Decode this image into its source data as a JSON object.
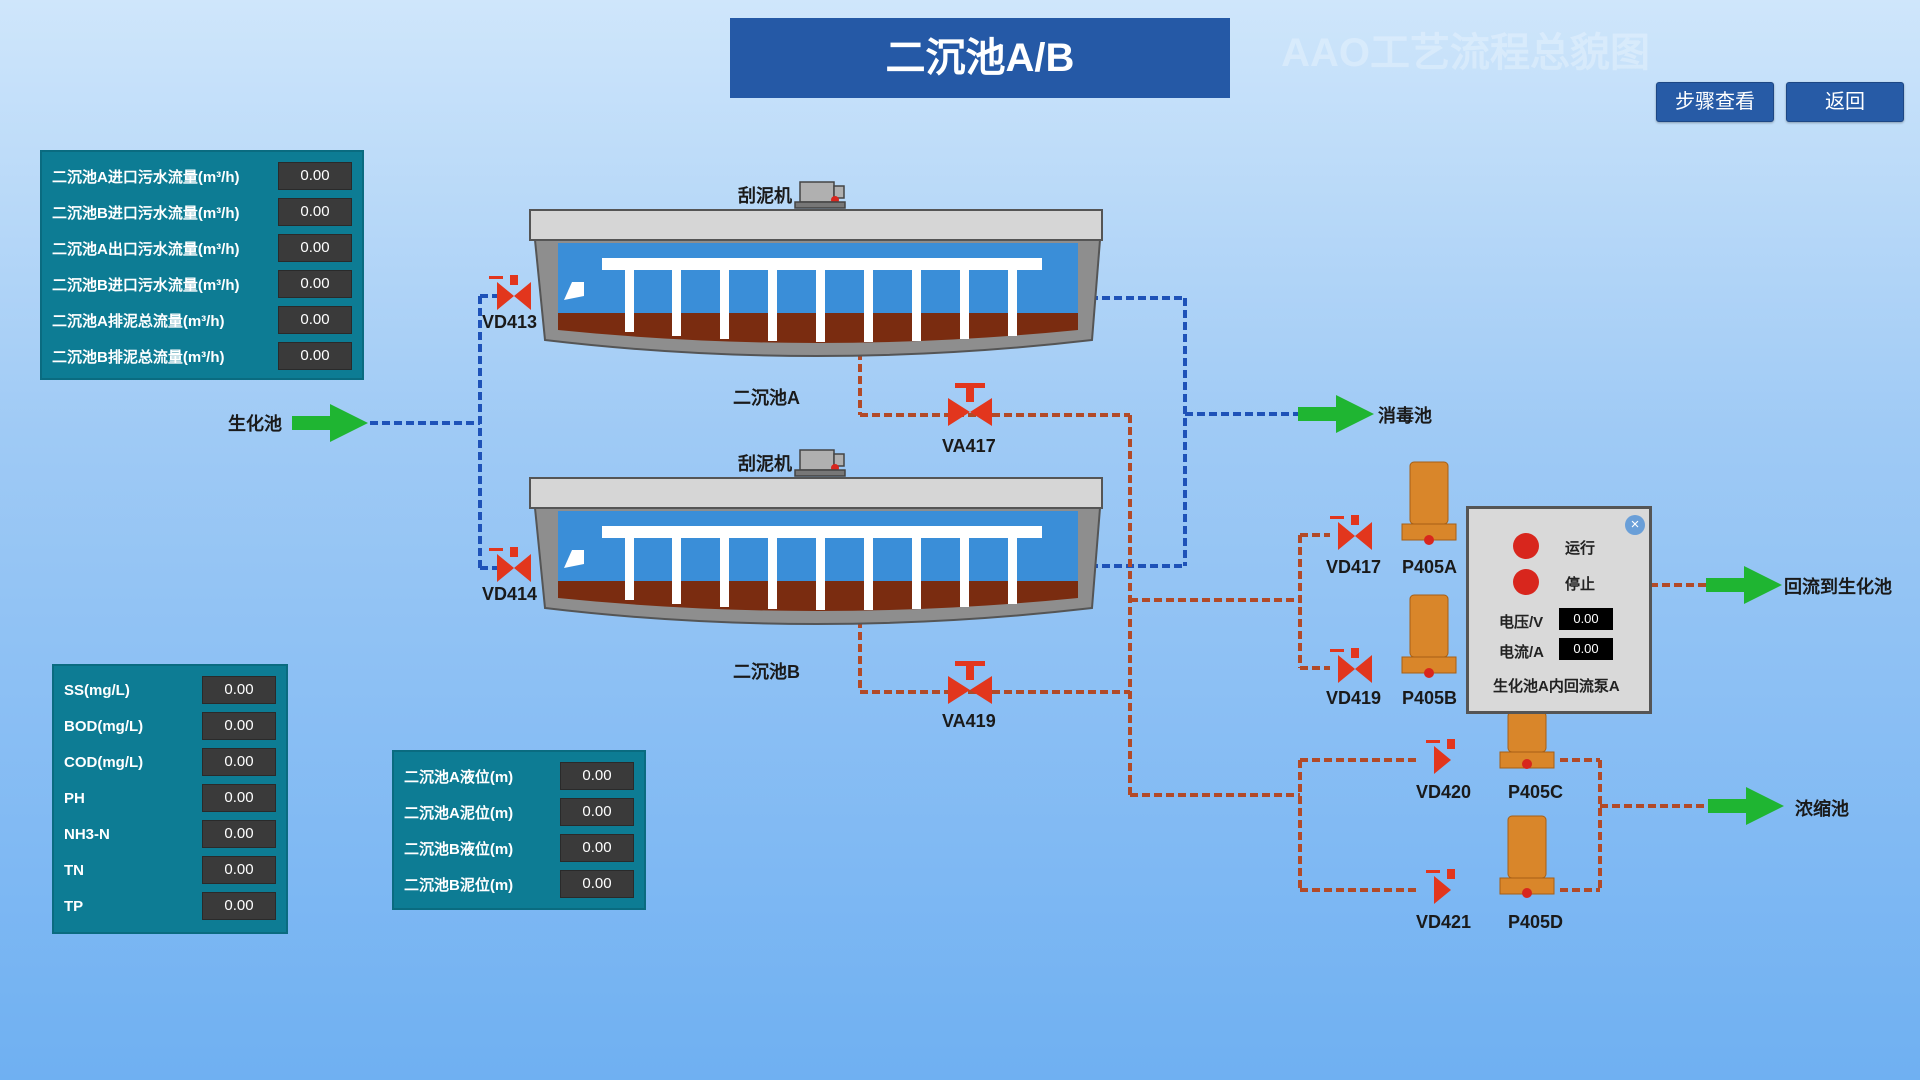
{
  "header": {
    "title": "二沉池A/B",
    "watermark": "AAO工艺流程总貌图"
  },
  "buttons": {
    "steps": "步骤查看",
    "back": "返回"
  },
  "flow_panel": [
    {
      "label": "二沉池A进口污水流量(m³/h)",
      "value": "0.00"
    },
    {
      "label": "二沉池B进口污水流量(m³/h)",
      "value": "0.00"
    },
    {
      "label": "二沉池A出口污水流量(m³/h)",
      "value": "0.00"
    },
    {
      "label": "二沉池B进口污水流量(m³/h)",
      "value": "0.00"
    },
    {
      "label": "二沉池A排泥总流量(m³/h)",
      "value": "0.00"
    },
    {
      "label": "二沉池B排泥总流量(m³/h)",
      "value": "0.00"
    }
  ],
  "quality_panel": [
    {
      "label": "SS(mg/L)",
      "value": "0.00"
    },
    {
      "label": "BOD(mg/L)",
      "value": "0.00"
    },
    {
      "label": "COD(mg/L)",
      "value": "0.00"
    },
    {
      "label": "PH",
      "value": "0.00"
    },
    {
      "label": "NH3-N",
      "value": "0.00"
    },
    {
      "label": "TN",
      "value": "0.00"
    },
    {
      "label": "TP",
      "value": "0.00"
    }
  ],
  "level_panel": [
    {
      "label": "二沉池A液位(m)",
      "value": "0.00"
    },
    {
      "label": "二沉池A泥位(m)",
      "value": "0.00"
    },
    {
      "label": "二沉池B液位(m)",
      "value": "0.00"
    },
    {
      "label": "二沉池B泥位(m)",
      "value": "0.00"
    }
  ],
  "labels": {
    "inlet": "生化池",
    "disinfect": "消毒池",
    "return_bio": "回流到生化池",
    "thicken": "浓缩池",
    "scraper_a": "刮泥机",
    "scraper_b": "刮泥机",
    "tank_a": "二沉池A",
    "tank_b": "二沉池B",
    "vd413": "VD413",
    "vd414": "VD414",
    "va417": "VA417",
    "va419": "VA419",
    "vd417": "VD417",
    "vd419": "VD419",
    "vd420": "VD420",
    "vd421": "VD421",
    "p405a": "P405A",
    "p405b": "P405B",
    "p405c": "P405C",
    "p405d": "P405D"
  },
  "pump_popup": {
    "run": "运行",
    "stop": "停止",
    "voltage_label": "电压/V",
    "voltage": "0.00",
    "current_label": "电流/A",
    "current": "0.00",
    "name": "生化池A内回流泵A",
    "close": "×"
  },
  "colors": {
    "pipe_blue": "#1e52b8",
    "pipe_red": "#b24a28",
    "valve": "#e2361d",
    "pump": "#d9862a",
    "arrow": "#1fb532"
  }
}
